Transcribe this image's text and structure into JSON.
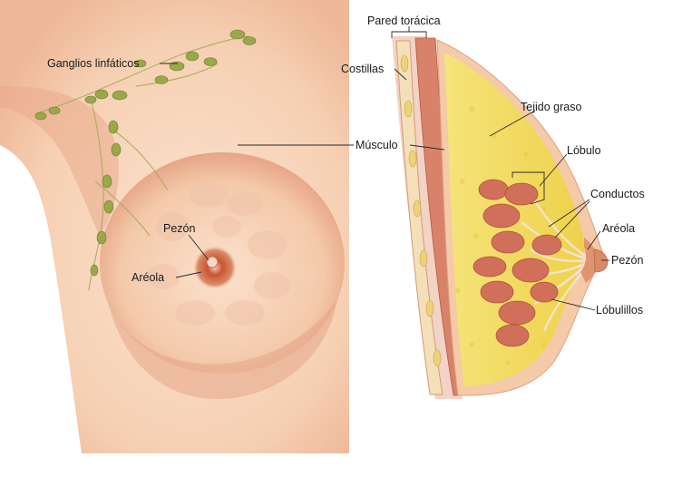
{
  "diagram": {
    "front_view_labels": {
      "lymph_nodes": "Ganglios linfáticos",
      "nipple": "Pezón",
      "areola": "Aréola"
    },
    "cross_section_labels": {
      "chest_wall": "Pared torácica",
      "ribs": "Costillas",
      "fatty_tissue": "Tejido graso",
      "muscle": "Músculo",
      "lobule": "Lóbulo",
      "ducts": "Conductos",
      "areola": "Aréola",
      "nipple": "Pezón",
      "lobules": "Lóbulillos"
    },
    "colors": {
      "skin": "#f6d3b8",
      "skin_shadow": "#e8a98a",
      "areola": "#c9552e",
      "muscle": "#d9826a",
      "fat": "#f2df5c",
      "lymph_node": "#9aa84a",
      "gland": "#d0705a"
    }
  }
}
